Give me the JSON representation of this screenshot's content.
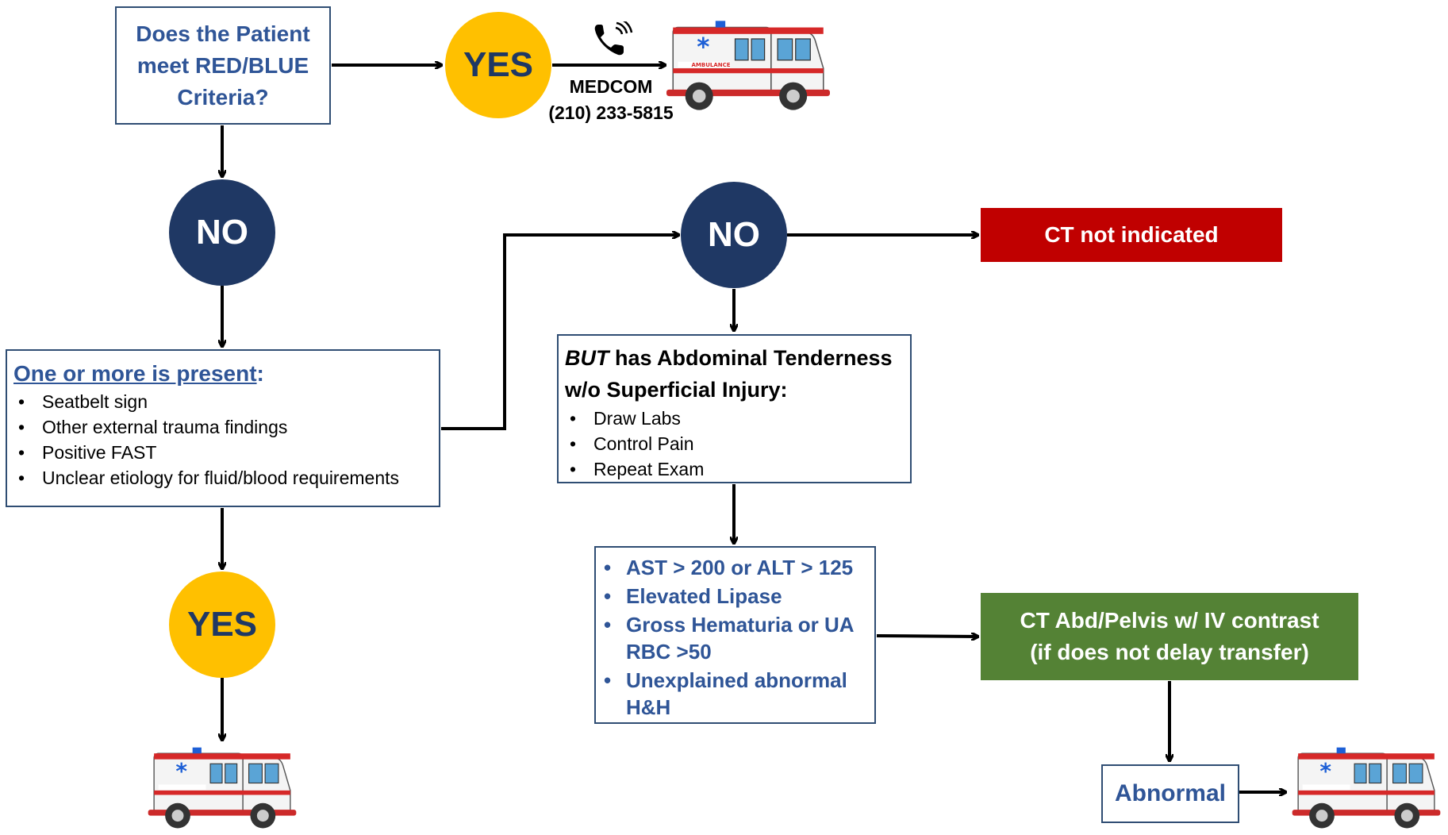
{
  "question": {
    "lines": [
      "Does the Patient",
      "meet RED/BLUE",
      "Criteria?"
    ]
  },
  "yes_top": "YES",
  "contact": {
    "name": "MEDCOM",
    "phone": "(210) 233-5815"
  },
  "no_left": "NO",
  "present": {
    "title": "One or more is present",
    "title_suffix": ":",
    "items": [
      "Seatbelt sign",
      "Other external trauma findings",
      "Positive FAST",
      "Unclear etiology for fluid/blood requirements"
    ]
  },
  "yes_bottom": "YES",
  "no_right": "NO",
  "ct_not_indicated": "CT not indicated",
  "tenderness": {
    "title_italic": "BUT",
    "title_rest": " has Abdominal Tenderness",
    "title_line2": "w/o Superficial Injury:",
    "items": [
      "Draw Labs",
      "Control Pain",
      "Repeat Exam"
    ]
  },
  "labs": {
    "items": [
      "AST > 200 or ALT > 125",
      "Elevated Lipase",
      "Gross Hematuria or UA RBC >50",
      "Unexplained abnormal H&H"
    ]
  },
  "ct_contrast": {
    "line1": "CT Abd/Pelvis w/ IV contrast",
    "line2": "(if does not delay transfer)"
  },
  "abnormal": "Abnormal",
  "ambulance_label": "AMBULANCE",
  "colors": {
    "navy": "#1f3864",
    "yellow": "#ffc000",
    "box_text_blue": "#2f5597",
    "red": "#c00000",
    "green": "#548235"
  }
}
